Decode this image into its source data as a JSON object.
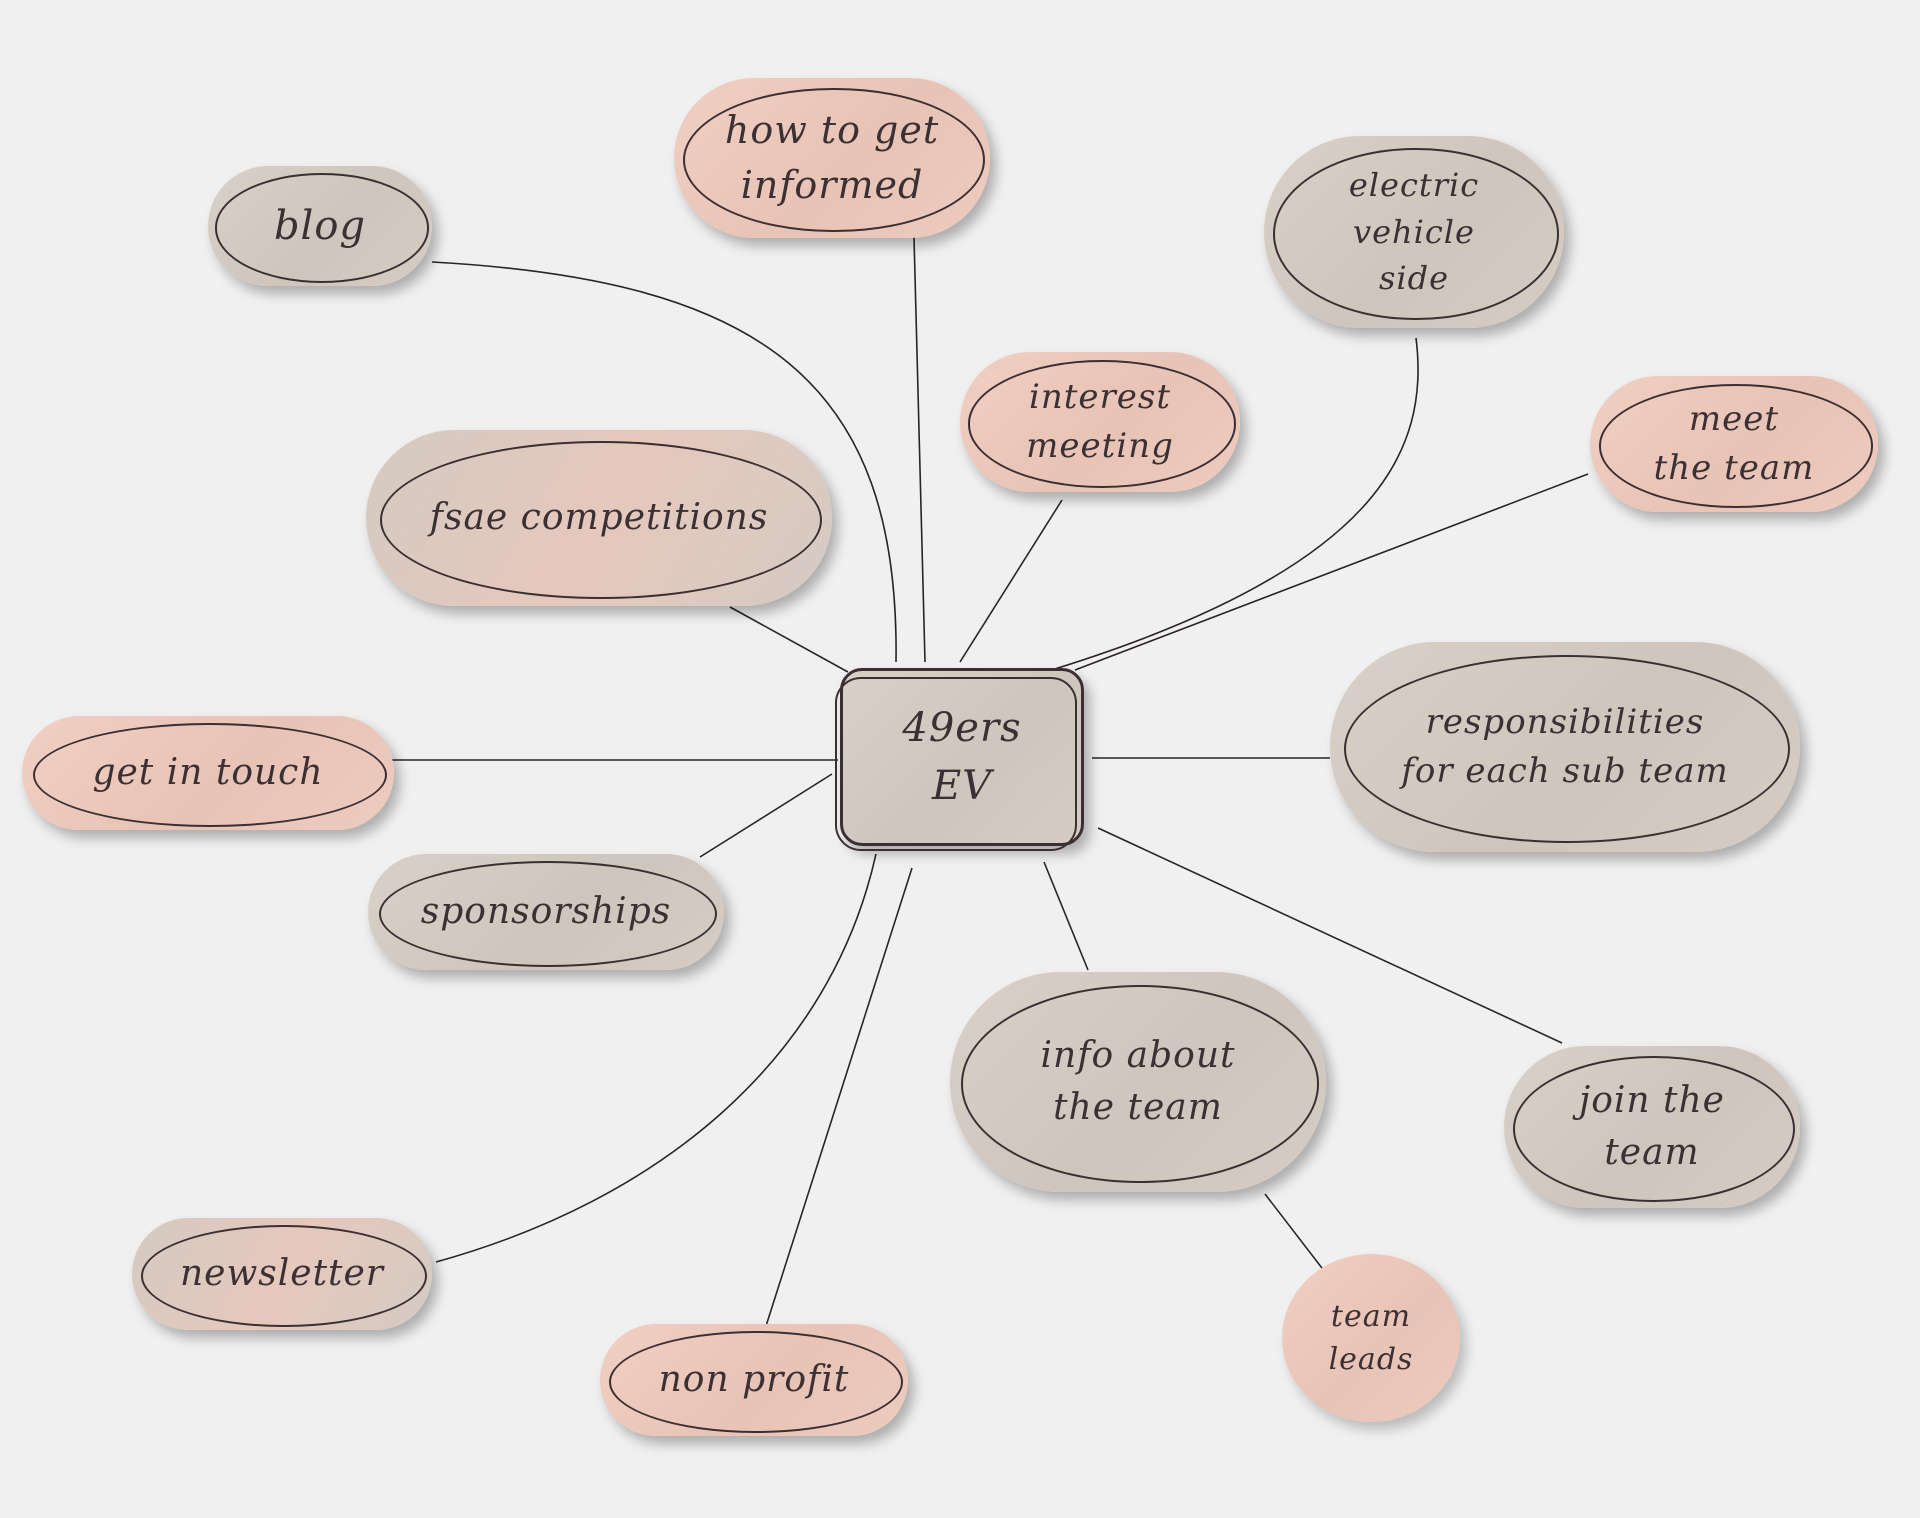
{
  "diagram": {
    "center": {
      "label": "49ers\nEV"
    },
    "nodes": [
      {
        "id": "blog",
        "label": "blog"
      },
      {
        "id": "how-to-get-informed",
        "label": "how to get\ninformed"
      },
      {
        "id": "electric-vehicle-side",
        "label": "electric\nvehicle\nside"
      },
      {
        "id": "interest-meeting",
        "label": "interest\nmeeting"
      },
      {
        "id": "meet-the-team",
        "label": "meet\nthe team"
      },
      {
        "id": "fsae-competitions",
        "label": "fsae competitions"
      },
      {
        "id": "get-in-touch",
        "label": "get in touch"
      },
      {
        "id": "responsibilities",
        "label": "responsibilities\nfor each sub team"
      },
      {
        "id": "sponsorships",
        "label": "sponsorships"
      },
      {
        "id": "info-about-the-team",
        "label": "info about\nthe team"
      },
      {
        "id": "join-the-team",
        "label": "join the\nteam"
      },
      {
        "id": "newsletter",
        "label": "newsletter"
      },
      {
        "id": "non-profit",
        "label": "non profit"
      },
      {
        "id": "team-leads",
        "label": "team\nleads"
      }
    ],
    "edges": [
      {
        "from": "center",
        "to": "blog"
      },
      {
        "from": "center",
        "to": "how-to-get-informed"
      },
      {
        "from": "center",
        "to": "electric-vehicle-side"
      },
      {
        "from": "center",
        "to": "interest-meeting"
      },
      {
        "from": "center",
        "to": "meet-the-team"
      },
      {
        "from": "center",
        "to": "fsae-competitions"
      },
      {
        "from": "center",
        "to": "get-in-touch"
      },
      {
        "from": "center",
        "to": "responsibilities"
      },
      {
        "from": "center",
        "to": "sponsorships"
      },
      {
        "from": "center",
        "to": "info-about-the-team"
      },
      {
        "from": "center",
        "to": "join-the-team"
      },
      {
        "from": "center",
        "to": "newsletter"
      },
      {
        "from": "center",
        "to": "non-profit"
      },
      {
        "from": "info-about-the-team",
        "to": "team-leads"
      }
    ]
  },
  "colors": {
    "background": "#f1f0f0",
    "node_grey": "#d3cac2",
    "node_pink": "#ecc8bb",
    "ink": "#3c2f33"
  }
}
